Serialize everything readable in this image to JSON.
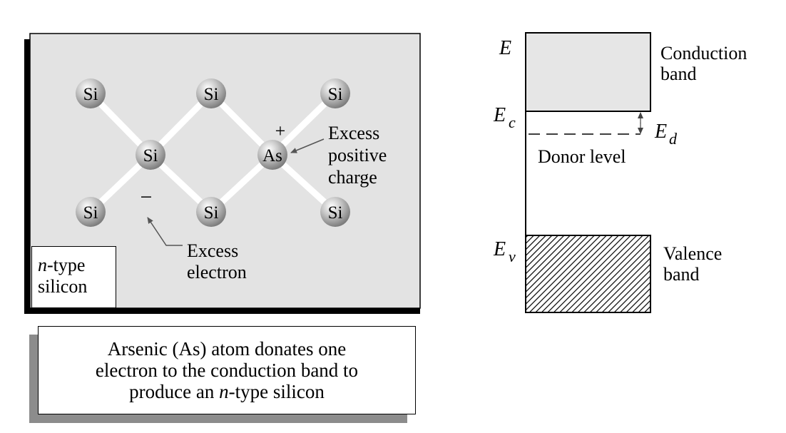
{
  "lattice": {
    "atoms": [
      "Si",
      "Si",
      "Si",
      "Si",
      "As",
      "Si",
      "Si",
      "Si"
    ],
    "plus_sign": "+",
    "minus_sign": "−",
    "excess_positive_label": [
      "Excess",
      "positive",
      "charge"
    ],
    "excess_electron_label": [
      "Excess",
      "electron"
    ],
    "material_label": {
      "italic": "n",
      "rest": "-type",
      "line2": "silicon"
    }
  },
  "caption": {
    "line1": "Arsenic (As) atom donates one",
    "line2": "electron to the conduction band to",
    "line3_pre": "produce an ",
    "line3_italic": "n",
    "line3_post": "-type silicon"
  },
  "band_diagram": {
    "energy_axis": "E",
    "ec": {
      "main": "E",
      "sub": "c"
    },
    "ev": {
      "main": "E",
      "sub": "v"
    },
    "ed": {
      "main": "E",
      "sub": "d"
    },
    "conduction_label": [
      "Conduction",
      "band"
    ],
    "valence_label": [
      "Valence",
      "band"
    ],
    "donor_label": "Donor level"
  },
  "colors": {
    "panel_fill": "#e3e3e3",
    "band_fill": "#e6e6e6",
    "bond": "#ffffff",
    "shadow": "#8c8c8c"
  }
}
